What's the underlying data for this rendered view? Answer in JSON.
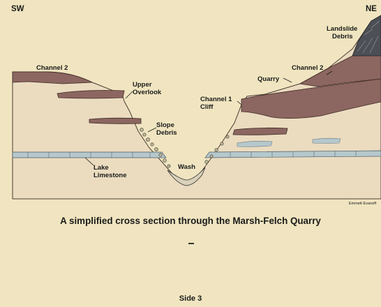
{
  "diagram": {
    "orientation": {
      "left": "SW",
      "right": "NE"
    },
    "labels": {
      "channel2_left": "Channel 2",
      "upper_overlook_1": "Upper",
      "upper_overlook_2": "Overlook",
      "channel1_cliff_1": "Channel 1",
      "channel1_cliff_2": "Cliff",
      "slope_debris_1": "Slope",
      "slope_debris_2": "Debris",
      "wash": "Wash",
      "lake_limestone_1": "Lake",
      "lake_limestone_2": "Limestone",
      "quarry": "Quarry",
      "channel2_right": "Channel 2",
      "landslide_debris_1": "Landslide",
      "landslide_debris_2": "Debris"
    },
    "credit": "Emmett Evanoff",
    "colors": {
      "background": "#f0e5c0",
      "formation": "#ebdcc0",
      "channel": "#8c6660",
      "limestone": "#b5c8cc",
      "debris": "#4c4f55"
    }
  },
  "caption": "A simplified cross section through the Marsh-Felch Quarry",
  "page_footer": "Side 3"
}
